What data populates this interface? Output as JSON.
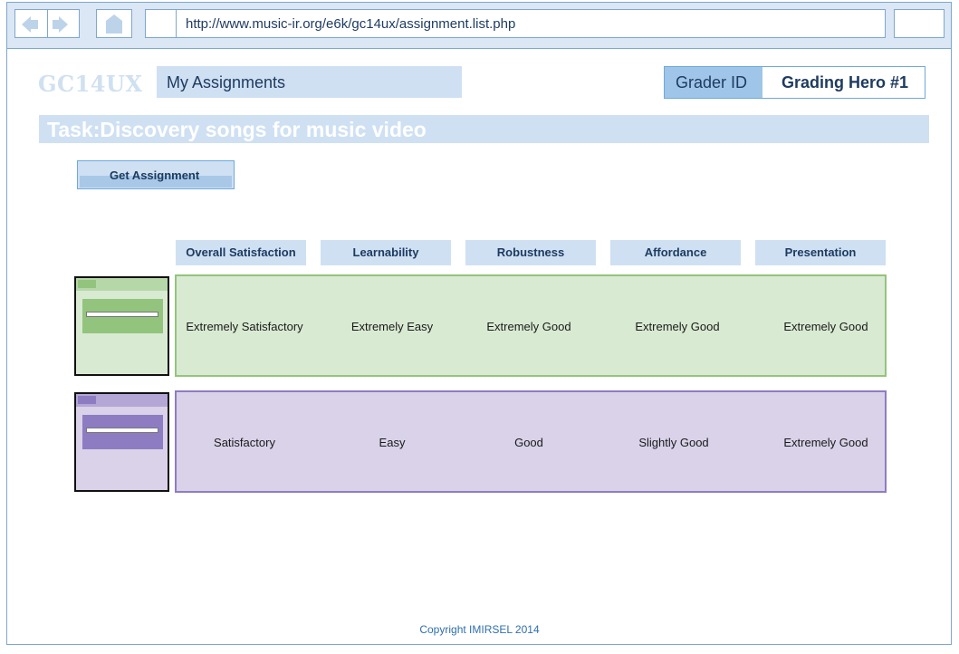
{
  "browser": {
    "url": "http://www.music-ir.org/e6k/gc14ux/assignment.list.php"
  },
  "header": {
    "logo": "GC14UX",
    "my_assignments": "My Assignments",
    "grader_label": "Grader ID",
    "grader_value": "Grading Hero #1"
  },
  "task": {
    "title": "Task:Discovery songs for music video"
  },
  "actions": {
    "get_assignment": "Get Assignment"
  },
  "table": {
    "columns": [
      "Overall Satisfaction",
      "Learnability",
      "Robustness",
      "Affordance",
      "Presentation"
    ],
    "rows": [
      {
        "cells": [
          "Extremely Satisfactory",
          "Extremely Easy",
          "Extremely Good",
          "Extremely Good",
          "Extremely Good"
        ],
        "colors": {
          "bg": "#d9ead3",
          "border": "#93c47d",
          "thumb_top": "#b6d7a8",
          "thumb_panel": "#93c47d"
        }
      },
      {
        "cells": [
          "Satisfactory",
          "Easy",
          "Good",
          "Slightly Good",
          "Extremely Good"
        ],
        "colors": {
          "bg": "#d9d2e9",
          "border": "#8e7cc3",
          "thumb_top": "#b4a7d6",
          "thumb_panel": "#8e7cc3"
        }
      }
    ]
  },
  "footer": {
    "copyright": "Copyright IMIRSEL 2014"
  },
  "icons": {
    "back": "back-arrow-icon",
    "forward": "forward-arrow-icon",
    "home": "home-icon",
    "search": "search-icon"
  }
}
